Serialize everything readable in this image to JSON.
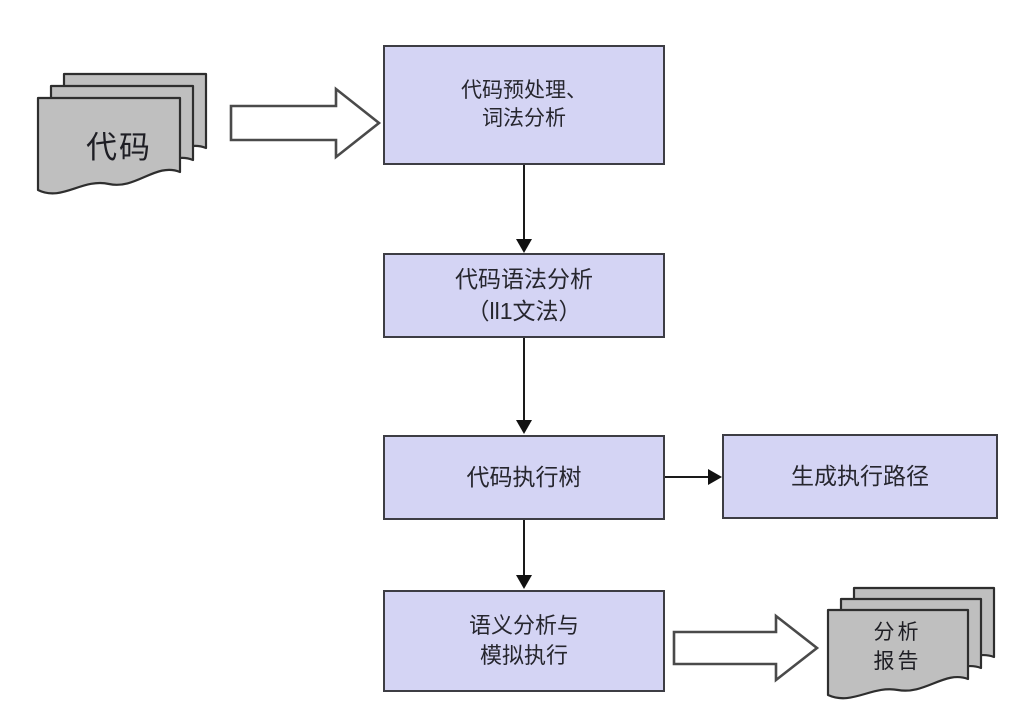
{
  "diagram": {
    "type": "flowchart",
    "background": "#ffffff",
    "colors": {
      "box_fill": "#d4d4f4",
      "box_border": "#3d3d44",
      "document_fill": "#bfbfbf",
      "document_border": "#2e2e2e",
      "connector": "#1a1a1a",
      "block_arrow_fill": "#ffffff",
      "block_arrow_border": "#4a4a4a",
      "text": "#26262e"
    },
    "nodes": {
      "source_documents": {
        "shape": "document-stack",
        "label": "代码"
      },
      "preprocess": {
        "shape": "process-box",
        "line1": "代码预处理、",
        "line2": "词法分析"
      },
      "syntax": {
        "shape": "process-box",
        "line1": "代码语法分析",
        "line2": "（ll1文法）"
      },
      "exec_tree": {
        "shape": "process-box",
        "label": "代码执行树"
      },
      "exec_path": {
        "shape": "process-box",
        "label": "生成执行路径"
      },
      "semantic": {
        "shape": "process-box",
        "line1": "语义分析与",
        "line2": "模拟执行"
      },
      "report_documents": {
        "shape": "document-stack",
        "line1": "分析",
        "line2": "报告"
      }
    },
    "edges": [
      {
        "from": "source_documents",
        "to": "preprocess",
        "style": "block-arrow"
      },
      {
        "from": "preprocess",
        "to": "syntax",
        "style": "thin-arrow"
      },
      {
        "from": "syntax",
        "to": "exec_tree",
        "style": "thin-arrow"
      },
      {
        "from": "exec_tree",
        "to": "exec_path",
        "style": "thin-arrow"
      },
      {
        "from": "exec_tree",
        "to": "semantic",
        "style": "thin-arrow"
      },
      {
        "from": "semantic",
        "to": "report_documents",
        "style": "block-arrow"
      }
    ]
  }
}
